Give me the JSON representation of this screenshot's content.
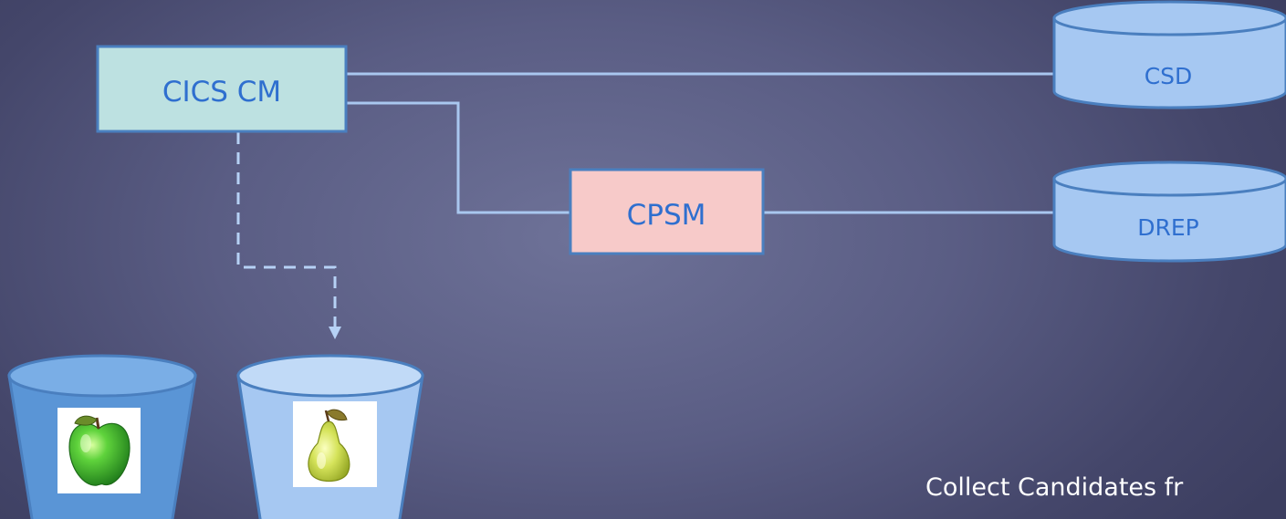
{
  "nodes": {
    "cics_cm": {
      "label": "CICS CM"
    },
    "cpsm": {
      "label": "CPSM"
    },
    "csd": {
      "label": "CSD"
    },
    "drep": {
      "label": "DREP"
    }
  },
  "buckets": {
    "left": {
      "fruit_icon": "green-apple-icon"
    },
    "right": {
      "fruit_icon": "pear-icon"
    }
  },
  "caption": {
    "text": "Collect Candidates fr"
  },
  "colors": {
    "cics_cm_fill": "#bde1e1",
    "cpsm_fill": "#f7cac9",
    "database_fill": "#a6c8f2",
    "border": "#4a7fbf",
    "connector": "#a9c7ef",
    "label_text": "#2f6fcf",
    "caption_text": "#ffffff"
  }
}
